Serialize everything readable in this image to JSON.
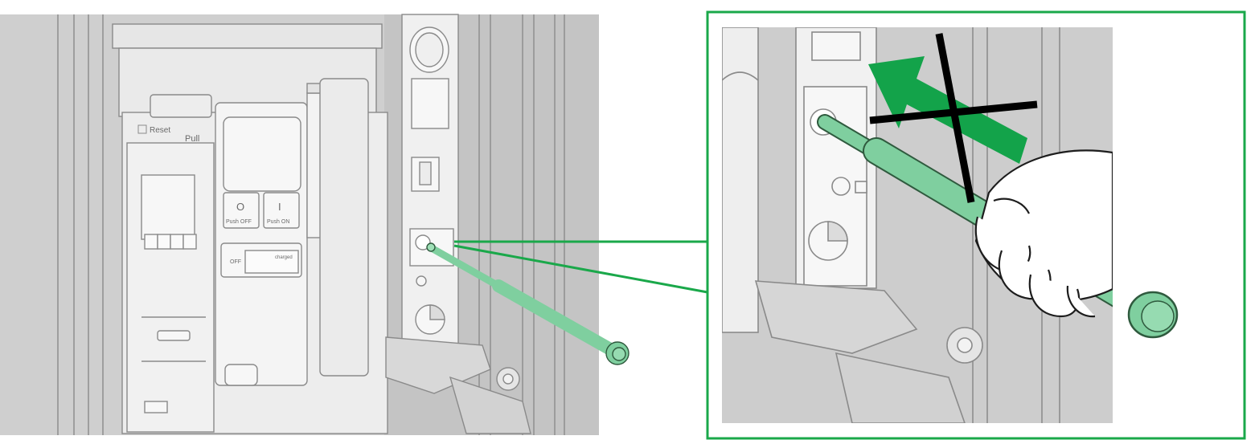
{
  "panel": {
    "reset_label": "Reset",
    "pull_label": "Pull",
    "push_off_label": "Push OFF",
    "push_on_label": "Push ON",
    "off_symbol": "O",
    "on_symbol": "I",
    "off_tag": "OFF",
    "charged_tag": "charged"
  },
  "colors": {
    "tool_green": "#7fcf9f",
    "tool_outline": "#2f5a3e",
    "callout_green": "#1aa84a",
    "arrow_green": "#13a34a",
    "cross": "#000000",
    "background_gray": "#cfcfcf",
    "device_white": "#efefef"
  },
  "icons": [
    "crank-tool-icon",
    "direction-arrow-icon",
    "prohibited-cross-icon",
    "hand-icon",
    "padlock-icon"
  ]
}
